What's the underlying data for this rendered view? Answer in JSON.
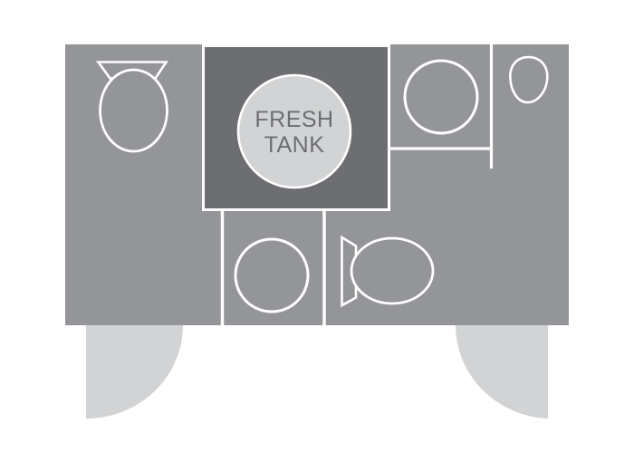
{
  "labels": {
    "tank_line1": "FRESH",
    "tank_line2": "TANK"
  },
  "colors": {
    "background": "#ffffff",
    "floor": "#939598",
    "tank_compartment": "#6d6e71",
    "tank_circle_fill": "#d1d3d4",
    "door_swing_fill": "#d1d3d4",
    "outline": "#ffffff",
    "label_text": "#6d6e71"
  },
  "icons": [
    "toilet-top-left-icon",
    "sink-top-right-icon",
    "urinal-top-right-icon",
    "sink-bottom-center-icon",
    "toilet-bottom-center-icon",
    "fresh-tank-circle",
    "door-swing-left",
    "door-swing-right"
  ]
}
